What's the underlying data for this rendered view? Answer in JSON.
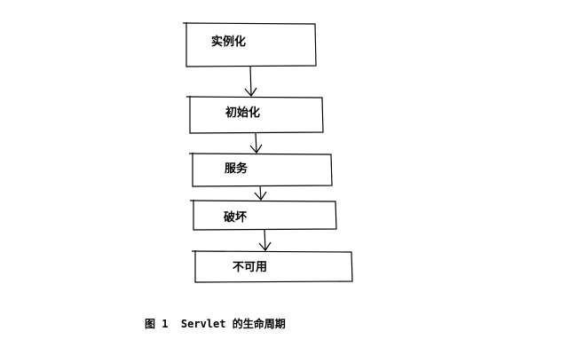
{
  "diagram": {
    "stages": [
      {
        "id": "instantiate",
        "label": "实例化"
      },
      {
        "id": "initialize",
        "label": "初始化"
      },
      {
        "id": "service",
        "label": "服务"
      },
      {
        "id": "destroy",
        "label": "破坏"
      },
      {
        "id": "unavailable",
        "label": "不可用"
      }
    ],
    "caption": "图 1  Servlet 的生命周期",
    "line_color": "#000000"
  }
}
